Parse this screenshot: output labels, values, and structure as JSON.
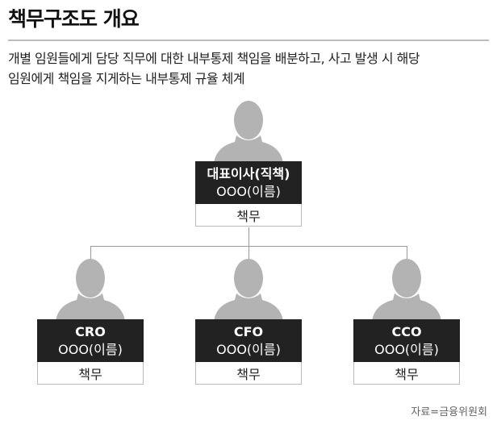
{
  "title": "책무구조도 개요",
  "description": [
    "개별 임원들에게 담당 직무에 대한 내부통제 책임을 배분하고, 사고 발생 시 해당",
    "임원에게 책임을 지게하는 내부통제 규율 체계"
  ],
  "top": {
    "role": "대표이사(직책)",
    "name": "OOO(이름)",
    "duty": "책무"
  },
  "members": [
    {
      "role": "CRO",
      "name": "OOO(이름)",
      "duty": "책무"
    },
    {
      "role": "CFO",
      "name": "OOO(이름)",
      "duty": "책무"
    },
    {
      "role": "CCO",
      "name": "OOO(이름)",
      "duty": "책무"
    }
  ],
  "source": "자료=금융위원회",
  "colors": {
    "dark": "#222222",
    "silhouette": "#b3b3b3",
    "connector": "#999999"
  }
}
